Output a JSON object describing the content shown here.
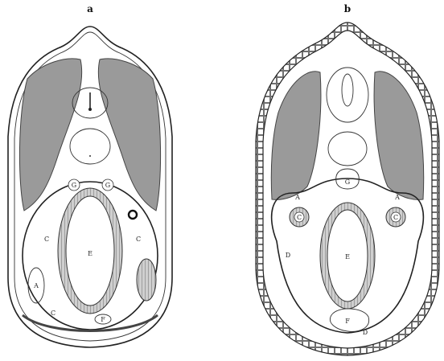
{
  "panels": [
    {
      "letter": "a",
      "labels": {
        "E": "E",
        "G1": "G",
        "G2": "G",
        "A": "A",
        "C1": "C",
        "C2": "C",
        "C3": "C",
        "F": "F"
      }
    },
    {
      "letter": "b",
      "labels": {
        "E": "E",
        "G": "G",
        "A1": "A",
        "A2": "A",
        "C1": "C",
        "C2": "C",
        "D1": "D",
        "D2": "D",
        "F": "F"
      }
    }
  ]
}
